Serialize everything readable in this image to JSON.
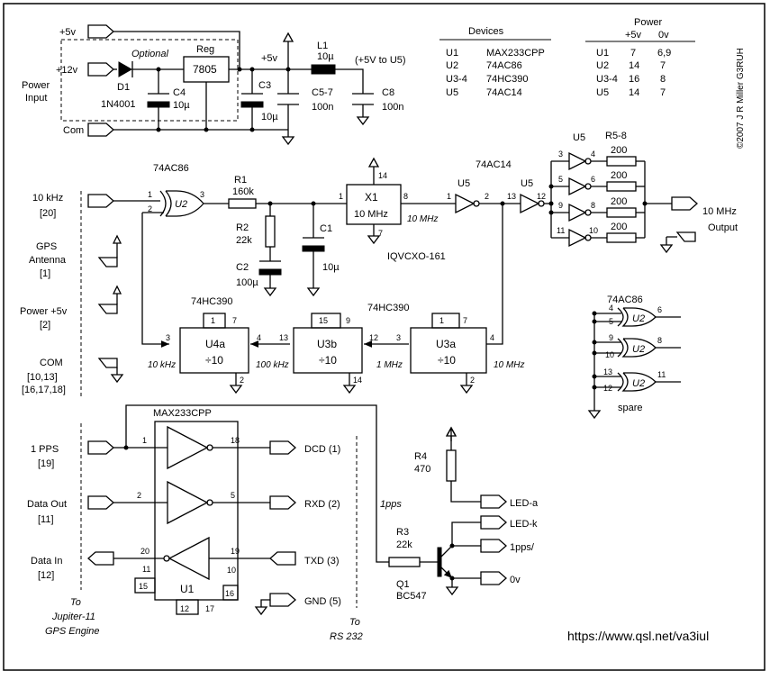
{
  "power_section": {
    "plus5v_in": "+5v",
    "plus12v_in": "+12v",
    "power_input_label": [
      "Power",
      "Input"
    ],
    "com_label": "Com",
    "optional_label": "Optional",
    "reg_label": "Reg",
    "reg_part": "7805",
    "d1_name": "D1",
    "d1_part": "1N4001",
    "c4_name": "C4",
    "c4_value": "10µ",
    "c3_name": "C3",
    "c3_value": "10µ",
    "rail_label": "+5v",
    "l1_name": "L1",
    "l1_value": "10µ",
    "to_u5_label": "(+5V to U5)",
    "c57_name": "C5-7",
    "c57_value": "100n",
    "c8_name": "C8",
    "c8_value": "100n"
  },
  "devices_table": {
    "title": "Devices",
    "rows": [
      [
        "U1",
        "MAX233CPP"
      ],
      [
        "U2",
        "74AC86"
      ],
      [
        "U3-4",
        "74HC390"
      ],
      [
        "U5",
        "74AC14"
      ]
    ]
  },
  "power_table": {
    "title": "Power",
    "col_headers": [
      "+5v",
      "0v"
    ],
    "rows": [
      [
        "U1",
        "7",
        "6,9"
      ],
      [
        "U2",
        "14",
        "7"
      ],
      [
        "U3-4",
        "16",
        "8"
      ],
      [
        "U5",
        "14",
        "7"
      ]
    ]
  },
  "copyright": "©2007 J R Miller G3RUH",
  "left_labels": {
    "khz10": "10 kHz",
    "khz10_pin": "[20]",
    "gps_antenna": [
      "GPS",
      "Antenna"
    ],
    "gps_antenna_pin": "[1]",
    "power5v": "Power +5v",
    "power5v_pin": "[2]",
    "com": "COM",
    "com_pins": [
      "[10,13]",
      "[16,17,18]"
    ],
    "pps": "1 PPS",
    "pps_pin": "[19]",
    "data_out": "Data Out",
    "data_out_pin": "[11]",
    "data_in": "Data In",
    "data_in_pin": "[12]",
    "to_jupiter": [
      "To",
      "Jupiter-11",
      "GPS Engine"
    ]
  },
  "oscillator": {
    "u2_part": "74AC86",
    "u2_name": "U2",
    "r1_name": "R1",
    "r1_value": "160k",
    "r2_name": "R2",
    "r2_value": "22k",
    "c2_name": "C2",
    "c2_value": "100µ",
    "c1_name": "C1",
    "c1_value": "10µ",
    "x1_name": "X1",
    "x1_freq": "10 MHz",
    "x1_part": "IQVCXO-161",
    "x1_out_label": "10 MHz",
    "u5_part": "74AC14",
    "u5_name": "U5",
    "pins": {
      "u2_1": "1",
      "u2_2": "2",
      "u2_3": "3",
      "x1_1": "1",
      "x1_8": "8",
      "x1_14": "14",
      "x1_7": "7",
      "u5_1": "1",
      "u5_2": "2",
      "u5_13": "13",
      "u5_12": "12"
    }
  },
  "output_stage": {
    "u5_name": "U5",
    "r58_name": "R5-8",
    "r_value": "200",
    "output_freq": "10 MHz",
    "output_label": "Output",
    "pins": [
      [
        "3",
        "4"
      ],
      [
        "5",
        "6"
      ],
      [
        "9",
        "8"
      ],
      [
        "11",
        "10"
      ]
    ]
  },
  "dividers": {
    "u4a_part": "74HC390",
    "u3_part": "74HC390",
    "u4a_name": "U4a",
    "u3b_name": "U3b",
    "u3a_name": "U3a",
    "div_label": "÷10",
    "freq_10khz": "10 kHz",
    "freq_100khz": "100 kHz",
    "freq_1mhz": "1 MHz",
    "freq_10mhz": "10 MHz",
    "pins": {
      "u4a_in": "3",
      "u4a_out": "4",
      "u4a_vcc": "1",
      "u4a_7": "7",
      "u4a_gnd": "2",
      "u3b_in": "13",
      "u3b_out": "12",
      "u3b_vcc": "15",
      "u3b_9": "9",
      "u3b_gnd": "14",
      "u3a_in": "3",
      "u3a_out": "4",
      "u3a_vcc": "1",
      "u3a_7": "7",
      "u3a_gnd": "2"
    }
  },
  "spare": {
    "part": "74AC86",
    "name": "U2",
    "label": "spare",
    "gates": [
      [
        "4",
        "5",
        "6"
      ],
      [
        "9",
        "10",
        "8"
      ],
      [
        "13",
        "12",
        "11"
      ]
    ]
  },
  "rs232": {
    "u1_part": "MAX233CPP",
    "u1_name": "U1",
    "dcd": "DCD (1)",
    "rxd": "RXD (2)",
    "txd": "TXD (3)",
    "gnd": "GND (5)",
    "to_rs232": [
      "To",
      "RS 232"
    ],
    "pps_italic": "1pps",
    "pins": {
      "p1": "1",
      "p18": "18",
      "p2": "2",
      "p5": "5",
      "p20": "20",
      "p19": "19",
      "p11": "11",
      "p10": "10",
      "p15": "15",
      "p16": "16",
      "p12": "12",
      "p17": "17"
    }
  },
  "led_section": {
    "r4_name": "R4",
    "r4_value": "470",
    "r3_name": "R3",
    "r3_value": "22k",
    "q1_name": "Q1",
    "q1_part": "BC547",
    "led_a": "LED-a",
    "led_k": "LED-k",
    "pps_out": "1pps/",
    "zero_v": "0v"
  },
  "url": "https://www.qsl.net/va3iul"
}
